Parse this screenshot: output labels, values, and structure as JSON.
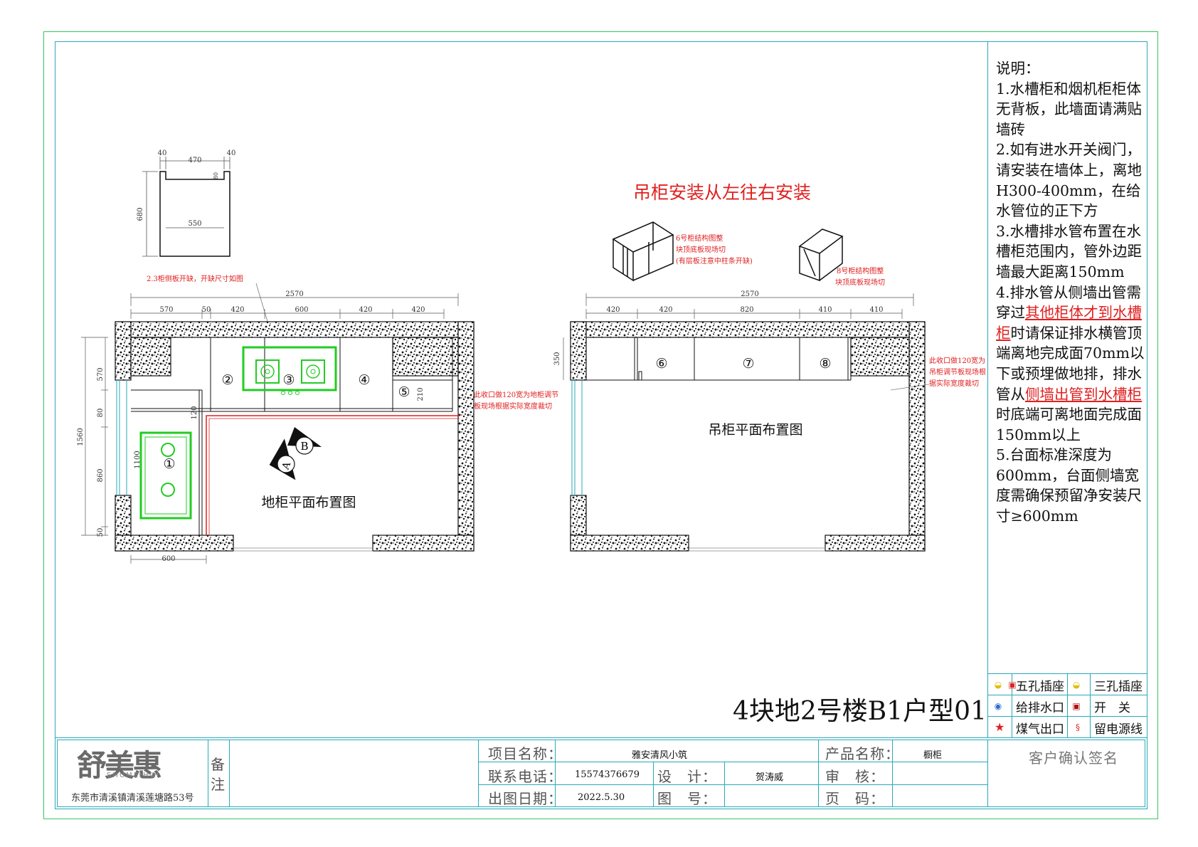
{
  "hanging_title": "吊柜安装从左往右安装",
  "notes": {
    "heading": "说明：",
    "n1": "1.水槽柜和烟机柜柜体无背板，此墙面请满贴墙砖",
    "n2": "2.如有进水开关阀门，请安装在墙体上，离地H300-400mm，在给水管位的正下方",
    "n3": "3.水槽排水管布置在水槽柜范围内，管外边距墙最大距离150mm",
    "n4_a": "4.排水管从侧墙出管需穿过",
    "n4_b": "其他柜体才到水槽柜",
    "n4_c": "时请保证排水横管顶端离地完成面70mm以下或预埋做地排，排水管从",
    "n4_d": "侧墙出管到水槽柜",
    "n4_e": "时底端可离地面完成面150mm以上",
    "n5": "5.台面标准深度为600mm，台面侧墙宽度需确保预留净安装尺寸≥600mm"
  },
  "legend": {
    "five_hole": "五孔插座",
    "three_hole": "三孔插座",
    "water": "给排水口",
    "switch": "开　关",
    "gas": "煤气出口",
    "power": "留电源线"
  },
  "drawing_title": "4块地2号楼B1户型01",
  "title_block": {
    "remarks": "备注",
    "project_label": "项目名称：",
    "project_value": "雅安清风小筑",
    "phone_label": "联系电话：",
    "phone_value": "15574376679",
    "date_label": "出图日期：",
    "date_value": "2022.5.30",
    "design_label": "设　计：",
    "design_value": "贺涛威",
    "drawing_no_label": "图　号：",
    "product_label": "产品名称：",
    "product_value": "橱柜",
    "review_label": "审　核：",
    "page_label": "页　码：",
    "customer_sign": "客户确认签名"
  },
  "logo": {
    "name": "舒美惠",
    "sub": "SHUMEIHUI",
    "address": "东莞市清溪镇清溪莲塘路53号"
  },
  "floor_plan": {
    "title": "地柜平面布置图",
    "side_cut_note": "2.3柜侧板开缺，开缺尺寸如图",
    "right_note_1": "此收口做120宽为地柜调节",
    "right_note_2": "板现场根据实际宽度裁切",
    "top_total": "2570",
    "top_dims": [
      "570",
      "50",
      "420",
      "600",
      "420",
      "420"
    ],
    "left_dims": [
      "570",
      "80",
      "860",
      "50"
    ],
    "left_total": "1560",
    "bottom_dim": "600",
    "inner_dims": [
      "120",
      "1100",
      "210"
    ],
    "cabinets": [
      "①",
      "②",
      "③",
      "④",
      "⑤"
    ],
    "markers": [
      "A",
      "B"
    ]
  },
  "side_detail": {
    "dims": [
      "40",
      "470",
      "40",
      "680",
      "550",
      "80"
    ]
  },
  "wall_plan": {
    "title": "吊柜平面布置图",
    "top_total": "2570",
    "top_dims": [
      "420",
      "420",
      "820",
      "410",
      "410"
    ],
    "left_dim": "350",
    "cabinets": [
      "⑥",
      "⑦",
      "⑧"
    ],
    "note6_1": "6号柜结构图整",
    "note6_2": "块顶底板现场切",
    "note6_3": "(有层板注意中柱条开缺)",
    "note8_1": "8号柜结构图整",
    "note8_2": "块顶底板现场切",
    "right_note_1": "此收口做120宽为",
    "right_note_2": "吊柜调节板现场根",
    "right_note_3": "据实际宽度裁切"
  }
}
